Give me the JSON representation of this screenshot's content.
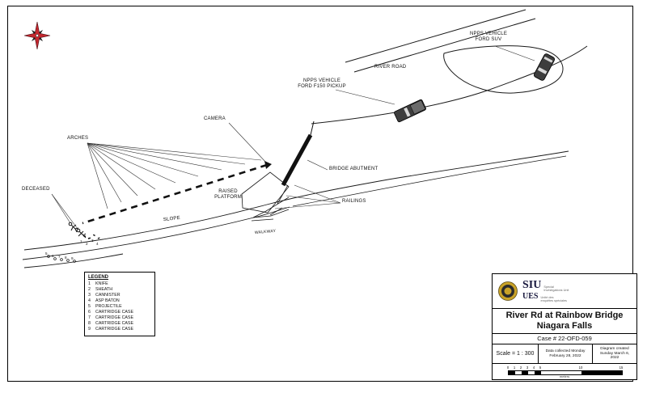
{
  "labels": {
    "river_road": "RIVER ROAD",
    "suv_line1": "NPPS VEHICLE",
    "suv_line2": "FORD SUV",
    "pickup_line1": "NPPS VEHICLE",
    "pickup_line2": "FORD F150 PICKUP",
    "camera": "CAMERA",
    "arches": "ARCHES",
    "bridge_abutment": "BRIDGE ABUTMENT",
    "deceased": "DECEASED",
    "raised_line1": "RAISED",
    "raised_line2": "PLATFORM",
    "railings": "RAILINGS",
    "slope": "SLOPE",
    "walkway": "WALKWAY"
  },
  "markers": [
    "1",
    "2",
    "3",
    "4",
    "5",
    "6",
    "7",
    "8",
    "9"
  ],
  "legend": {
    "title": "LEGEND",
    "items": [
      {
        "num": "1",
        "label": "KNIFE"
      },
      {
        "num": "2",
        "label": "SHEATH"
      },
      {
        "num": "3",
        "label": "CANNISTER"
      },
      {
        "num": "4",
        "label": "ASP BATON"
      },
      {
        "num": "5",
        "label": "PROJECTILE"
      },
      {
        "num": "6",
        "label": "CARTRIDGE CASE"
      },
      {
        "num": "7",
        "label": "CARTRIDGE CASE"
      },
      {
        "num": "8",
        "label": "CARTRIDGE CASE"
      },
      {
        "num": "9",
        "label": "CARTRIDGE CASE"
      }
    ]
  },
  "title_block": {
    "logo": {
      "siu": "SIU",
      "siu_sub1": "Special",
      "siu_sub2": "Investigations Unit",
      "ues": "UES",
      "ues_sub1": "Unité des",
      "ues_sub2": "enquêtes spéciales"
    },
    "title_line1": "River Rd at Rainbow Bridge",
    "title_line2": "Niagara Falls",
    "case_number": "Case # 22-OFD-059",
    "scale_label": "Scale =  1 : 300",
    "collected": "Data collected Monday February 28, 2022",
    "created": "Diagram created Sunday March 6, 2022",
    "scalebar": {
      "ticks": [
        "0",
        "1",
        "2",
        "3",
        "4",
        "5",
        "10",
        "15"
      ],
      "units": "meters"
    }
  },
  "colors": {
    "line": "#1a1a1a",
    "compass_red": "#c4272e",
    "logo_gold": "#c9a227"
  }
}
